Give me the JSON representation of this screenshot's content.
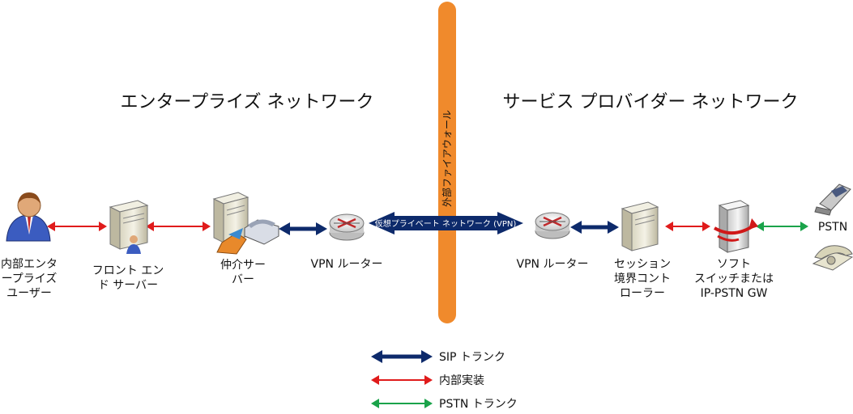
{
  "titles": {
    "enterprise": "エンタープライズ ネットワーク",
    "provider": "サービス プロバイダー ネットワーク"
  },
  "firewall": {
    "label": "外部ファイアウォール",
    "color": "#f08a2c"
  },
  "vpn_label": "仮想プライベート ネットワーク (VPN)",
  "nodes": {
    "user": [
      "内部エンタ",
      "ープライズ",
      "ユーザー"
    ],
    "fe": [
      "フロント エン",
      "ド サーバー"
    ],
    "med": [
      "仲介サー",
      "バー"
    ],
    "router_l": [
      "VPN ルーター"
    ],
    "router_r": [
      "VPN ルーター"
    ],
    "sbc": [
      "セッション",
      "境界コント",
      "ローラー"
    ],
    "sw": [
      "ソフト",
      "スイッチまたは",
      "IP-PSTN GW"
    ],
    "pstn": [
      "PSTN"
    ]
  },
  "legend": [
    {
      "label": "SIP トランク",
      "color": "#0d2a6b"
    },
    {
      "label": "内部実装",
      "color": "#e01b1b"
    },
    {
      "label": "PSTN トランク",
      "color": "#1aa34a"
    }
  ],
  "colors": {
    "sip": "#0d2a6b",
    "internal": "#e01b1b",
    "pstn": "#1aa34a"
  },
  "icons": [
    "user-icon",
    "server-icon",
    "mediation-server-icon",
    "router-icon",
    "softswitch-icon",
    "mobile-phone-icon",
    "desk-phone-icon"
  ]
}
